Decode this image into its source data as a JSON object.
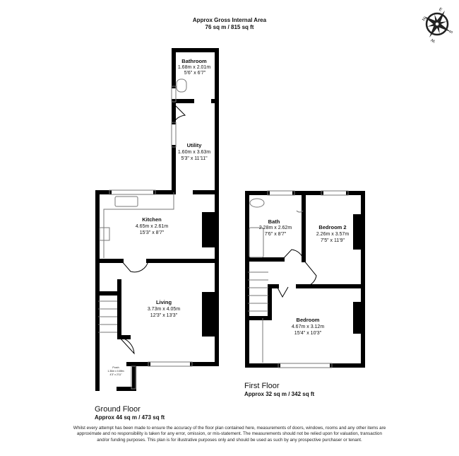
{
  "gross_area": {
    "title": "Approx Gross Internal Area",
    "value": "76 sq m / 815 sq ft"
  },
  "compass": {
    "icon": "compass-rose-icon",
    "letters": [
      "N",
      "E",
      "S",
      "W"
    ]
  },
  "ground_floor": {
    "name": "Ground Floor",
    "area": "Approx 44 sq m / 473 sq ft",
    "rooms": [
      {
        "name": "Bathroom",
        "metric": "1.68m x 2.01m",
        "imperial": "5'6\" x 6'7\""
      },
      {
        "name": "Utility",
        "metric": "1.60m x 3.63m",
        "imperial": "5'3\" x 11'11\""
      },
      {
        "name": "Kitchen",
        "metric": "4.65m x 2.61m",
        "imperial": "15'3\" x 8'7\""
      },
      {
        "name": "Living",
        "metric": "3.73m x 4.05m",
        "imperial": "12'3\" x 13'3\""
      },
      {
        "name": "Porch",
        "metric": "1.30m x 0.89m",
        "imperial": "4'3\" x 2'11\""
      }
    ]
  },
  "first_floor": {
    "name": "First Floor",
    "area": "Approx 32 sq m / 342 sq ft",
    "rooms": [
      {
        "name": "Bath",
        "metric": "2.28m x 2.62m",
        "imperial": "7'6\" x 8'7\""
      },
      {
        "name": "Bedroom 2",
        "metric": "2.26m x 3.57m",
        "imperial": "7'5\" x 11'9\""
      },
      {
        "name": "Bedroom",
        "metric": "4.67m x 3.12m",
        "imperial": "15'4\" x 10'3\""
      }
    ]
  },
  "disclaimer": "Whilst every attempt has been made to ensure the accuracy of the floor plan contained here, measurements of doors, windows, rooms and any other items are approximate and no responsibility is taken for any error, omission, or mis-statement. The measurements should not be relied upon for valuation, transaction and/or funding purposes. This plan is for illustrative purposes only and should be used as such by any prospective purchaser or tenant."
}
